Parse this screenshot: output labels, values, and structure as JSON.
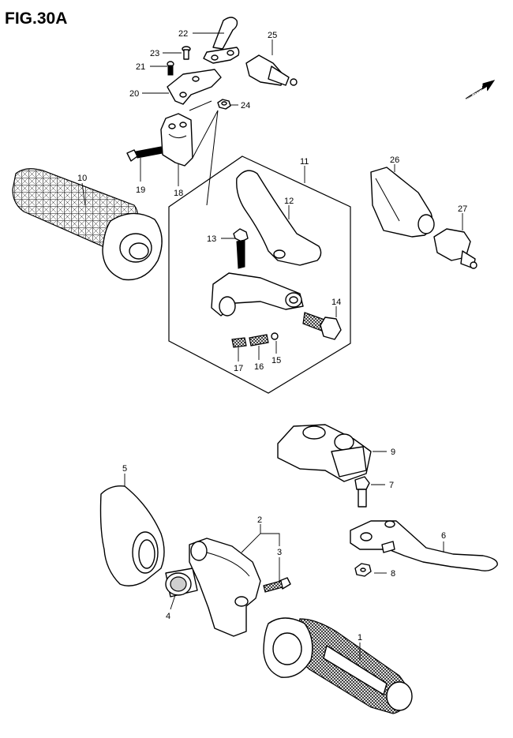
{
  "figure": {
    "title": "FIG.30A",
    "fwd_label": "FWD"
  },
  "callouts": {
    "p1": "1",
    "p2": "2",
    "p3": "3",
    "p4": "4",
    "p5": "5",
    "p6": "6",
    "p7": "7",
    "p8": "8",
    "p9": "9",
    "p10": "10",
    "p11": "11",
    "p12": "12",
    "p13": "13",
    "p14": "14",
    "p15": "15",
    "p16": "16",
    "p17": "17",
    "p18": "18",
    "p19": "19",
    "p20": "20",
    "p21": "21",
    "p22": "22",
    "p23": "23",
    "p24": "24",
    "p25": "25",
    "p26": "26",
    "p27": "27"
  }
}
